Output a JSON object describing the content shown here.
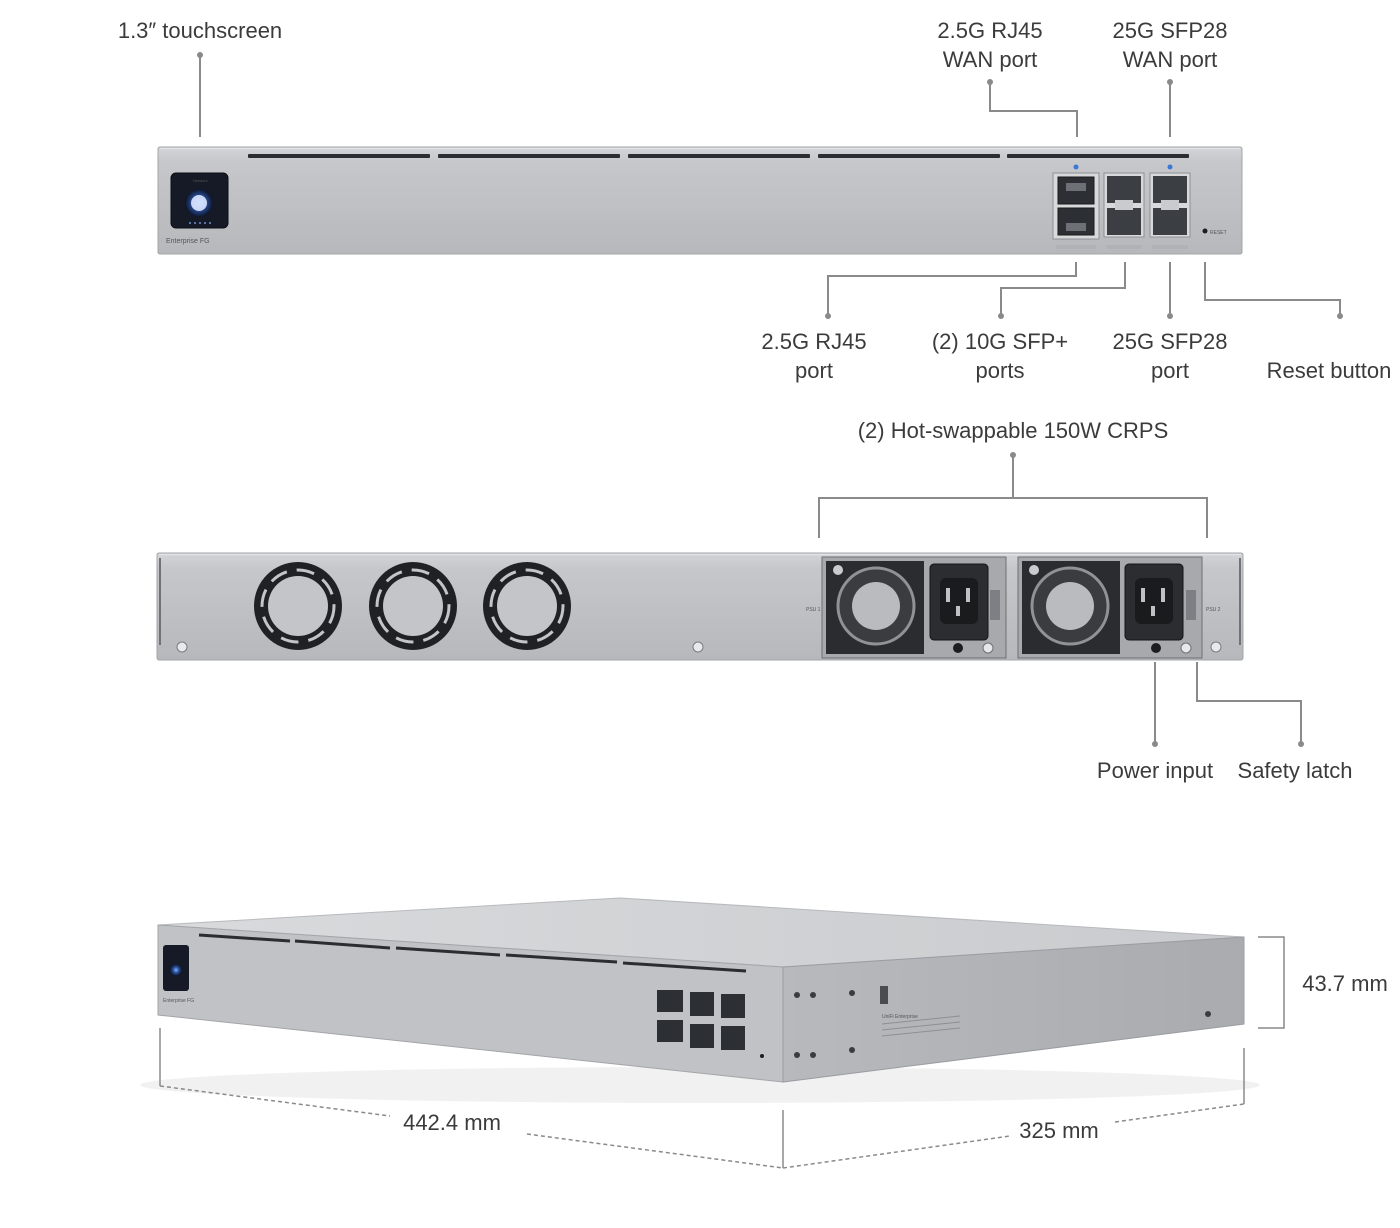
{
  "front_view": {
    "callouts": {
      "touchscreen": [
        "1.3″ touchscreen"
      ],
      "wan_rj45": [
        "2.5G RJ45",
        "WAN port"
      ],
      "wan_sfp28": [
        "25G SFP28",
        "WAN port"
      ],
      "lan_rj45": [
        "2.5G RJ45",
        "port"
      ],
      "sfp_plus": [
        "(2) 10G SFP+",
        "ports"
      ],
      "sfp28": [
        "25G SFP28",
        "port"
      ],
      "reset": [
        "Reset button"
      ]
    },
    "device_markings": {
      "screen_title": "Network",
      "model": "Enterprise FG",
      "reset_text": "RESET"
    }
  },
  "rear_view": {
    "callouts": {
      "psu": [
        "(2) Hot-swappable 150W CRPS"
      ],
      "power_input": [
        "Power input"
      ],
      "safety_latch": [
        "Safety latch"
      ]
    },
    "device_markings": {
      "psu1": "PSU 1",
      "psu2": "PSU 2"
    }
  },
  "dimensions": {
    "width": "442.4 mm",
    "depth": "325 mm",
    "height": "43.7 mm"
  },
  "iso_markings": {
    "model": "Enterprise FG",
    "label_title": "UniFi Enterprise"
  },
  "colors": {
    "chassis": "#c3c5c8",
    "chassis_dark": "#9a9da1",
    "leader_line": "#8a8a8a",
    "text": "#3b3b3b"
  }
}
